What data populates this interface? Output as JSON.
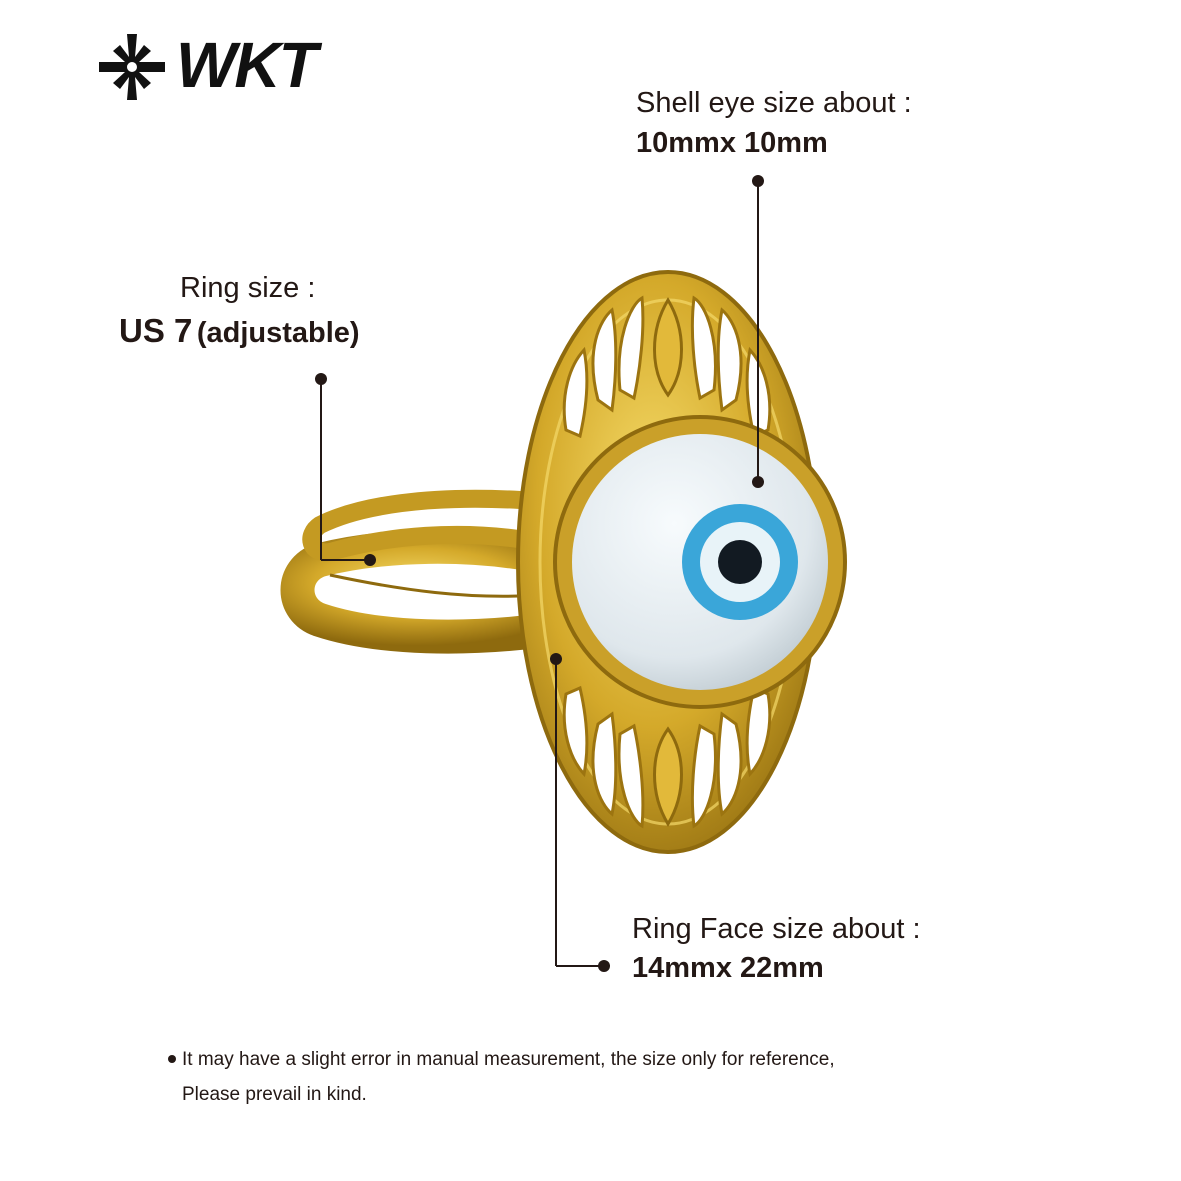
{
  "brand": {
    "name": "WKT",
    "logo_icon": "snowflake-star-icon"
  },
  "callouts": {
    "shell_eye": {
      "label": "Shell eye size about :",
      "value": "10mmx 10mm"
    },
    "ring_size": {
      "label": "Ring size :",
      "value_main": "US 7",
      "value_sub": "(adjustable)"
    },
    "ring_face": {
      "label": "Ring Face size about :",
      "value": "14mmx 22mm"
    }
  },
  "note": {
    "line1": "It may have a slight error in manual measurement, the size only for reference,",
    "line2": "Please prevail in kind."
  },
  "colors": {
    "gold": "#d4a92a",
    "gold_dark": "#9c7410",
    "eye_blue": "#3aa6d9",
    "shell": "#e6ecf0",
    "text": "#231815"
  }
}
